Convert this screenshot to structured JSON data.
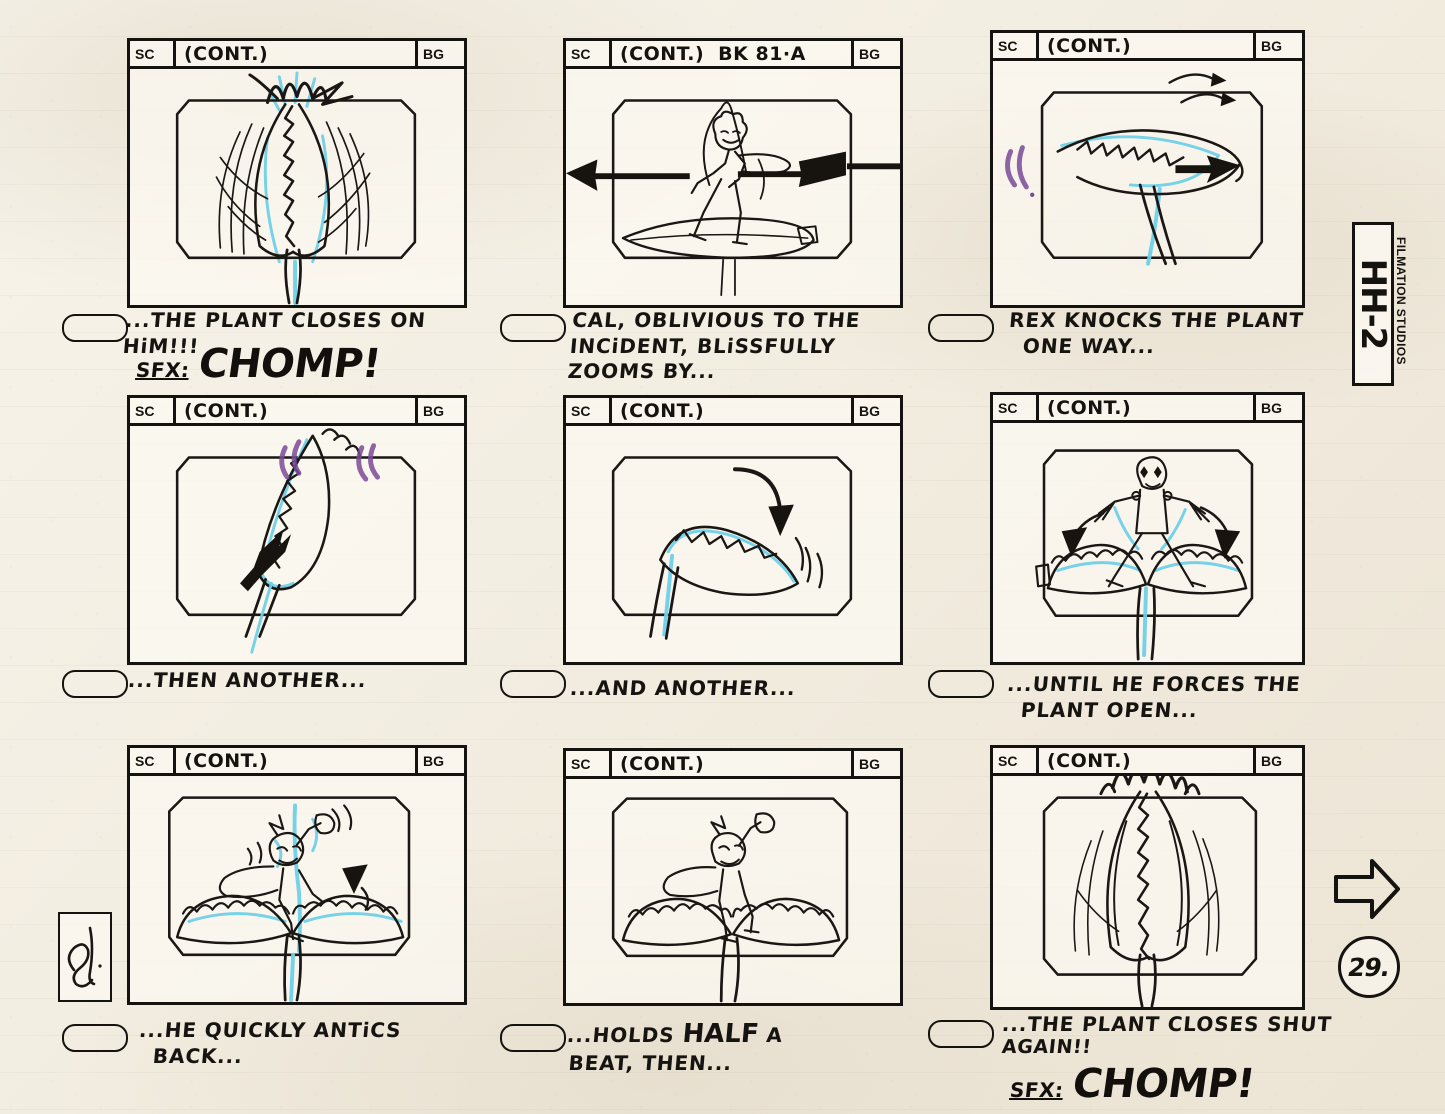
{
  "document": {
    "type": "animation-storyboard",
    "studio_credit": "FILMATION STUDIOS",
    "episode_code": "HH-2",
    "page_number": "29.",
    "signature": "artist-initials"
  },
  "panel_header_labels": {
    "sc": "SC",
    "bg": "BG"
  },
  "panels": [
    {
      "id": "panel-1",
      "scene": "(CONT.)",
      "shot": "",
      "caption_lines": [
        "...THE PLANT CLOSES ON HiM!!!"
      ],
      "sfx_label": "SFX:",
      "sfx_text": "CHOMP!",
      "art_description": "closed venus-flytrap plant with impact lines"
    },
    {
      "id": "panel-2",
      "scene": "(CONT.)",
      "shot": "BK 81·A",
      "caption_lines": [
        "CAL, OBLIVIOUS TO THE",
        "INCiDENT, BLiSSFULLY ZOOMS BY..."
      ],
      "sfx_label": "",
      "sfx_text": "",
      "art_description": "surfer character zooming by with pan arrows both sides"
    },
    {
      "id": "panel-3",
      "scene": "(CONT.)",
      "shot": "",
      "caption_lines": [
        "REX KNOCKS THE PLANT",
        "ONE WAY..."
      ],
      "sfx_label": "",
      "sfx_text": "",
      "art_description": "plant head knocked to the right, motion arrows"
    },
    {
      "id": "panel-4",
      "scene": "(CONT.)",
      "shot": "",
      "caption_lines": [
        "...THEN ANOTHER..."
      ],
      "sfx_label": "",
      "sfx_text": "",
      "art_description": "plant head swung left, impact arrow"
    },
    {
      "id": "panel-5",
      "scene": "(CONT.)",
      "shot": "",
      "caption_lines": [
        "...AND ANOTHER..."
      ],
      "sfx_label": "",
      "sfx_text": "",
      "art_description": "plant head swung down-right with curved motion arrow"
    },
    {
      "id": "panel-6",
      "scene": "(CONT.)",
      "shot": "",
      "caption_lines": [
        "...UNTIL HE FORCES THE",
        "PLANT OPEN..."
      ],
      "sfx_label": "",
      "sfx_text": "",
      "art_description": "character prying plant open, two down arrows"
    },
    {
      "id": "panel-7",
      "scene": "(CONT.)",
      "shot": "",
      "caption_lines": [
        "...HE QUICKLY ANTiCS",
        "BACK..."
      ],
      "sfx_label": "",
      "sfx_text": "",
      "art_description": "character antics back out of the open plant"
    },
    {
      "id": "panel-8",
      "scene": "(CONT.)",
      "shot": "",
      "caption_prefix": "...HOLDS ",
      "caption_emphasis": "HALF",
      "caption_suffix": " A",
      "caption_lines": [
        "BEAT, THEN..."
      ],
      "sfx_label": "",
      "sfx_text": "",
      "art_description": "character holds pose standing on open plant"
    },
    {
      "id": "panel-9",
      "scene": "(CONT.)",
      "shot": "",
      "caption_lines": [
        "...THE PLANT CLOSES SHUT",
        "AGAIN!!"
      ],
      "sfx_label": "SFX:",
      "sfx_text": "CHOMP!",
      "art_description": "plant snapped closed again with impact lines"
    }
  ],
  "colors": {
    "paper": "#f3eee2",
    "ink": "#1a1714",
    "blue_pencil": "#6fd0e8",
    "purple_marker": "#7a4a96"
  }
}
